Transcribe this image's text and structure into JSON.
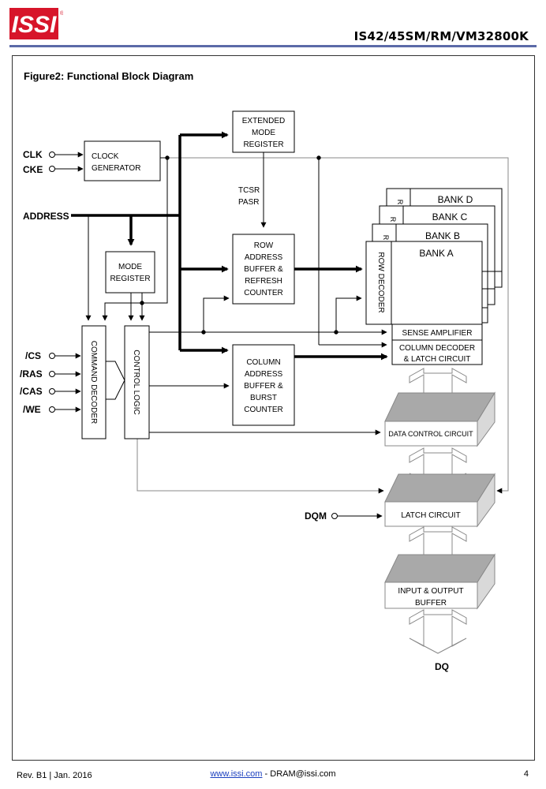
{
  "header": {
    "logo_text": "ISSI",
    "logo_mark": "®",
    "doc_title": "IS42/45SM/RM/VM32800K"
  },
  "figure": {
    "title": "Figure2: Functional Block Diagram"
  },
  "colors": {
    "logo_red": "#d7152a",
    "header_rule": "#5b6aa8",
    "block_top_gray": "#a9a9a9",
    "link_blue": "#1a3fbf"
  },
  "diagram": {
    "inputs": {
      "clk": "CLK",
      "cke": "CKE",
      "address": "ADDRESS",
      "cs": "/CS",
      "ras": "/RAS",
      "cas": "/CAS",
      "we": "/WE",
      "dqm": "DQM",
      "dq": "DQ"
    },
    "blocks": {
      "clock_generator": [
        "CLOCK",
        "GENERATOR"
      ],
      "extended_mode_register": [
        "EXTENDED",
        "MODE",
        "REGISTER"
      ],
      "tcsr_pasr": [
        "TCSR",
        "PASR"
      ],
      "mode_register": [
        "MODE",
        "REGISTER"
      ],
      "row_address_buffer": [
        "ROW",
        "ADDRESS",
        "BUFFER &",
        "REFRESH",
        "COUNTER"
      ],
      "column_address_buffer": [
        "COLUMN",
        "ADDRESS",
        "BUFFER &",
        "BURST",
        "COUNTER"
      ],
      "command_decoder": "COMMAND DECODER",
      "control_logic": "CONTROL  LOGIC",
      "row_decoder": "ROW  DECODER",
      "row_decoder_short": "R",
      "banks": [
        "BANK  D",
        "BANK  C",
        "BANK  B",
        "BANK  A"
      ],
      "sense_amplifier": "SENSE AMPLIFIER",
      "column_decoder": [
        "COLUMN DECODER",
        "&    LATCH CIRCUIT"
      ],
      "data_control_circuit": "DATA CONTROL CIRCUIT",
      "latch_circuit": "LATCH CIRCUIT",
      "io_buffer": [
        "INPUT  &  OUTPUT",
        "BUFFER"
      ]
    }
  },
  "footer": {
    "revision": "Rev. B1 | Jan. 2016",
    "link": "www.issi.com",
    "separator": " - ",
    "email": "DRAM@issi.com",
    "page_number": "4"
  }
}
